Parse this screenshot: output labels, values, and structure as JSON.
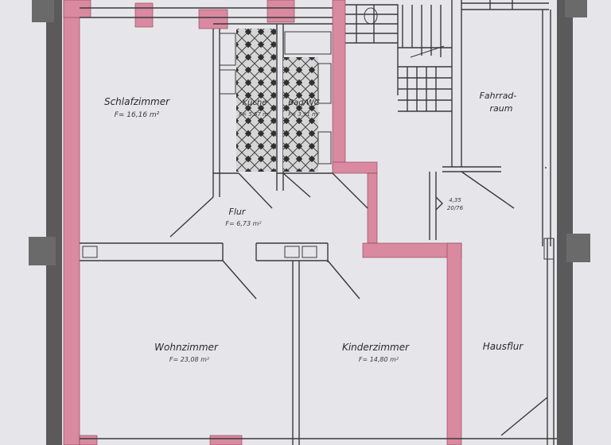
{
  "colors": {
    "paper": "#e6e6ea",
    "wall_old": "#5a5a5a",
    "wall_new": "#d98aa0",
    "line": "#3a3a3a",
    "tile": "#2f2f2f"
  },
  "rooms": {
    "schlafzimmer": {
      "label": "Schlafzimmer",
      "area": "F= 16,16 m²"
    },
    "kueche": {
      "label": "Küche",
      "area": "F= 5,57 m²"
    },
    "bad": {
      "label": "Bad/WC",
      "area": "F= 3,91 m²"
    },
    "fahrrad": {
      "label_1": "Fahrrad-",
      "label_2": "raum"
    },
    "flur": {
      "label": "Flur",
      "area": "F= 6,73 m²"
    },
    "wohnzimmer": {
      "label": "Wohnzimmer",
      "area": "F= 23,08 m²"
    },
    "kinderzimmer": {
      "label": "Kinderzimmer",
      "area": "F= 14,80 m²"
    },
    "hausflur": {
      "label": "Hausflur"
    }
  },
  "dimension": {
    "line_1": "4,35",
    "line_2": "20/76"
  }
}
